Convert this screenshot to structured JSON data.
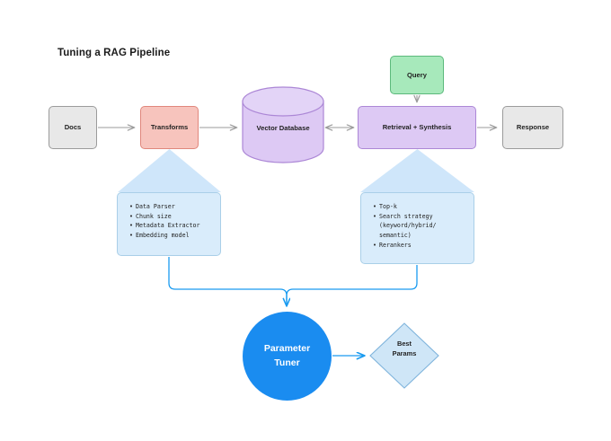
{
  "diagram": {
    "title": "Tuning a RAG Pipeline",
    "colors": {
      "accent_blue": "#1a8cf0",
      "panel_fill": "#d9ecfb",
      "panel_border": "#a9cfe8",
      "funnel_fill": "#cfe6fa",
      "gray_fill": "#e8e8e8",
      "gray_border": "#9b9b9b",
      "pink_fill": "#f7c4bd",
      "pink_border": "#e0877c",
      "purple_fill": "#ddc9f4",
      "purple_border": "#ac87d6",
      "green_fill": "#a7e9bb",
      "green_border": "#5cb97c",
      "arrow_gray": "#9b9b9b",
      "text": "#1f1f1f"
    },
    "nodes": {
      "docs": {
        "label": "Docs",
        "shape": "rounded-rect"
      },
      "transforms": {
        "label": "Transforms",
        "shape": "rounded-rect"
      },
      "vector_database": {
        "label": "Vector Database",
        "shape": "cylinder"
      },
      "query": {
        "label": "Query",
        "shape": "rounded-rect"
      },
      "retrieval": {
        "label": "Retrieval + Synthesis",
        "shape": "rounded-rect"
      },
      "response": {
        "label": "Response",
        "shape": "rounded-rect"
      },
      "parameter_tuner": {
        "label_line1": "Parameter",
        "label_line2": "Tuner",
        "shape": "circle"
      },
      "best_params": {
        "label_line1": "Best",
        "label_line2": "Params",
        "shape": "diamond"
      }
    },
    "panels": {
      "ingestion": {
        "items": [
          {
            "text": "Data Parser",
            "bulleted": true
          },
          {
            "text": "Chunk size",
            "bulleted": true
          },
          {
            "text": "Metadata Extractor",
            "bulleted": true
          },
          {
            "text": "Embedding model",
            "bulleted": true
          }
        ]
      },
      "retrieval": {
        "items": [
          {
            "text": "Top-k",
            "bulleted": true
          },
          {
            "text": "Search strategy",
            "bulleted": true
          },
          {
            "text": "(keyword/hybrid/",
            "bulleted": false
          },
          {
            "text": "semantic)",
            "bulleted": false
          },
          {
            "text": "Rerankers",
            "bulleted": true
          }
        ]
      }
    },
    "edges": [
      {
        "from": "docs",
        "to": "transforms",
        "arrow": "single"
      },
      {
        "from": "transforms",
        "to": "vector_database",
        "arrow": "single"
      },
      {
        "from": "vector_database",
        "to": "retrieval",
        "arrow": "double"
      },
      {
        "from": "query",
        "to": "retrieval",
        "arrow": "single"
      },
      {
        "from": "retrieval",
        "to": "response",
        "arrow": "single"
      },
      {
        "from": "ingestion-panel",
        "to": "parameter_tuner",
        "arrow": "single"
      },
      {
        "from": "retrieval-panel",
        "to": "parameter_tuner",
        "arrow": "single"
      },
      {
        "from": "parameter_tuner",
        "to": "best_params",
        "arrow": "single"
      }
    ]
  }
}
